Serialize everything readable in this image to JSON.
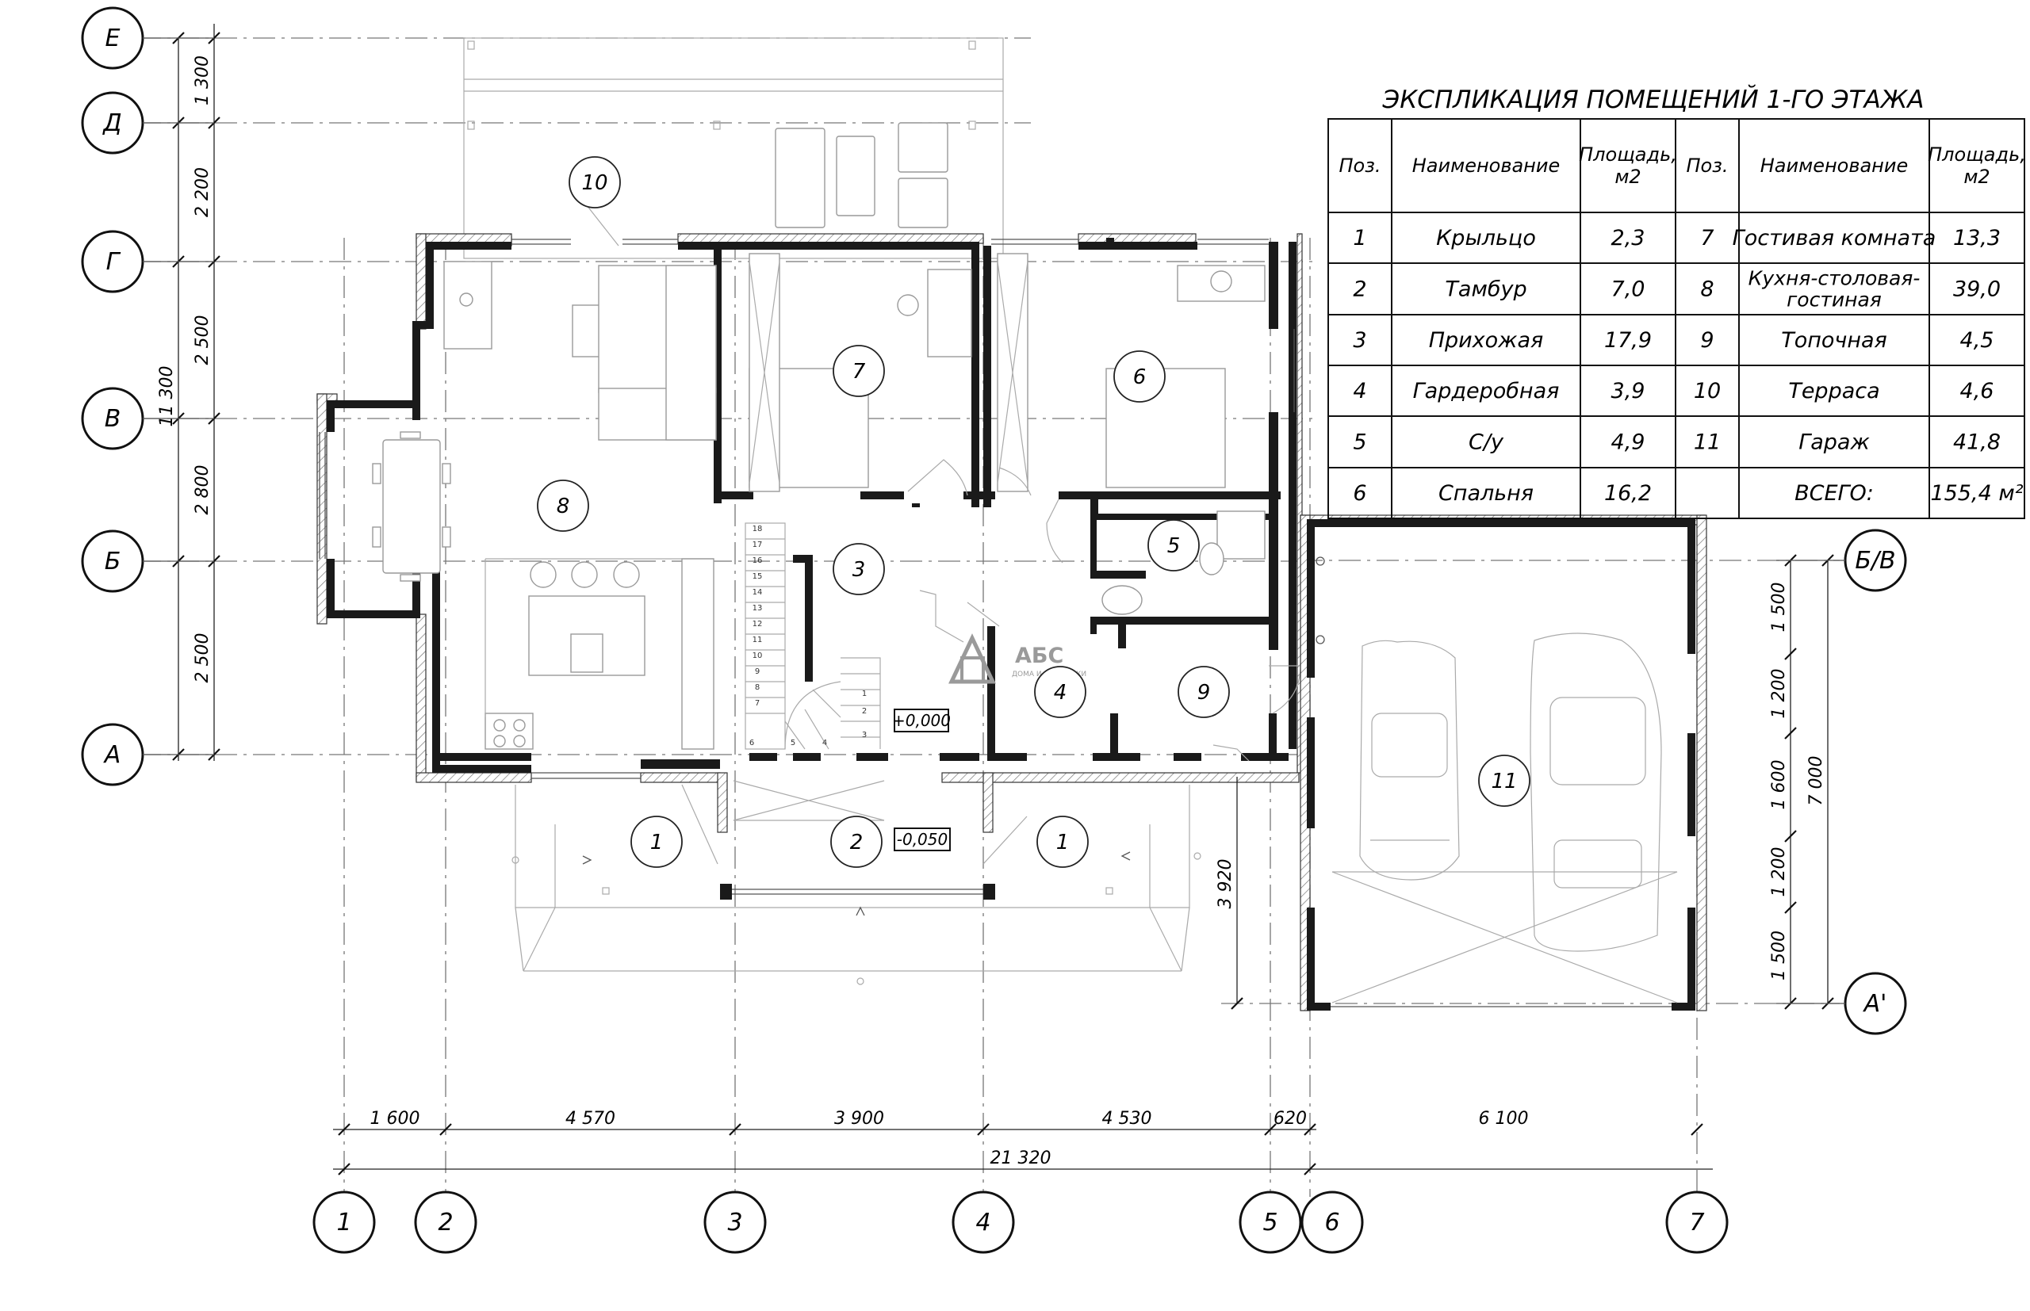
{
  "axes_letters": [
    {
      "id": "Е",
      "label": "Е"
    },
    {
      "id": "Д",
      "label": "Д"
    },
    {
      "id": "Г",
      "label": "Г"
    },
    {
      "id": "В",
      "label": "В"
    },
    {
      "id": "Б",
      "label": "Б"
    },
    {
      "id": "А",
      "label": "А"
    },
    {
      "id": "Б/В",
      "label": "Б/В"
    },
    {
      "id": "А'",
      "label": "А'"
    }
  ],
  "axes_numbers": [
    "1",
    "2",
    "3",
    "4",
    "5",
    "6",
    "7"
  ],
  "dims_left": [
    "1 300",
    "2 200",
    "2 500",
    "2 800",
    "2 500"
  ],
  "dims_left_total": "11 300",
  "dims_bottom": [
    "1 600",
    "4 570",
    "3 900",
    "4 530",
    "620",
    "6 100"
  ],
  "dims_bottom_total": "21 320",
  "dims_right": [
    "1 500",
    "1 200",
    "1 600",
    "1 200",
    "1 500"
  ],
  "dims_right_total": "7 000",
  "dim_garage_side": "3 920",
  "levels": {
    "floor": "+0,000",
    "porch": "-0,050"
  },
  "room_markers": [
    "1",
    "2",
    "3",
    "4",
    "5",
    "6",
    "7",
    "8",
    "9",
    "10",
    "11"
  ],
  "logo": {
    "name": "АБС",
    "tagline": "ДОМА И КОТТЕДЖИ"
  },
  "stair_numbers": [
    "18",
    "17",
    "16",
    "15",
    "14",
    "13",
    "12",
    "11",
    "10",
    "9",
    "8",
    "7",
    "6",
    "5",
    "4",
    "3",
    "2",
    "1"
  ],
  "table": {
    "title": "ЭКСПЛИКАЦИЯ ПОМЕЩЕНИЙ 1-ГО ЭТАЖА",
    "headers": [
      "Поз.",
      "Наименование",
      "Площадь, м2",
      "Поз.",
      "Наименование",
      "Площадь, м2"
    ],
    "rows": [
      [
        "1",
        "Крыльцо",
        "2,3",
        "7",
        "Гостивая комната",
        "13,3"
      ],
      [
        "2",
        "Тамбур",
        "7,0",
        "8",
        "Кухня-столовая-гостиная",
        "39,0"
      ],
      [
        "3",
        "Прихожая",
        "17,9",
        "9",
        "Топочная",
        "4,5"
      ],
      [
        "4",
        "Гардеробная",
        "3,9",
        "10",
        "Терраса",
        "4,6"
      ],
      [
        "5",
        "С/у",
        "4,9",
        "11",
        "Гараж",
        "41,8"
      ],
      [
        "6",
        "Спальня",
        "16,2",
        "",
        "ВСЕГО:",
        "155,4 м²"
      ]
    ]
  }
}
